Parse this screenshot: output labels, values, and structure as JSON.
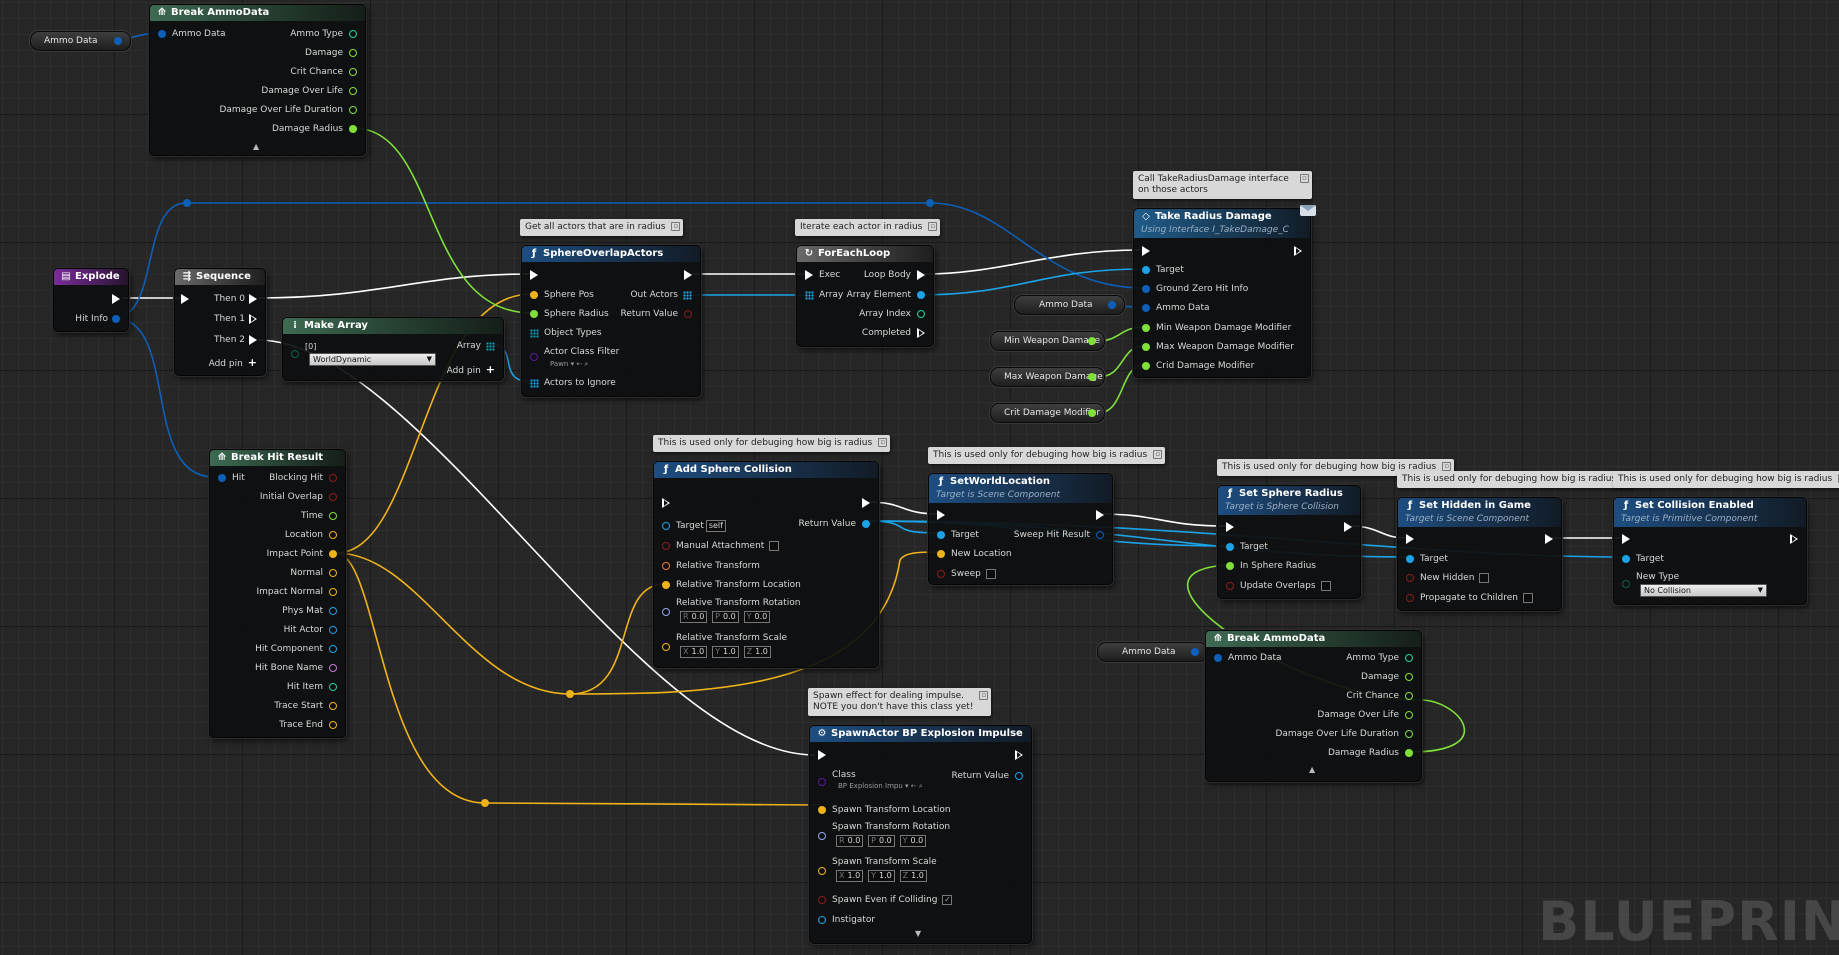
{
  "watermark": "BLUEPRIN",
  "colors": {
    "exec": "#ffffff",
    "struct": "#0d5fb8",
    "object": "#1ba3e6",
    "vector": "#f0b21a",
    "float": "#7fe03a",
    "bool": "#8b1c1c",
    "transform": "#f07b2b",
    "rotator": "#98a7f0",
    "name": "#c77bd9",
    "class": "#5b1a99",
    "int": "#27cfa3",
    "array_obj": "#1ba3e6",
    "byte": "#0e5e53"
  },
  "comments": {
    "sphere_overlap": "Get all actors that are in radius",
    "foreach": "Iterate each actor in radius",
    "take_radius": "Call TakeRadiusDamage interface on those actors",
    "add_sphere": "This is used only for debuging how big is radius",
    "set_world_loc": "This is used only for debuging how big is radius",
    "set_sphere_radius": "This is used only for debuging how big is radius",
    "set_hidden": "This is used only for debuging how big is radius",
    "set_collision": "This is used only for debuging how big is radius",
    "spawn_line1": "Spawn effect for dealing impulse.",
    "spawn_line2": "NOTE you don't have this class yet!"
  },
  "getters": {
    "ammo_top": "Ammo Data",
    "ammo_mid": "Ammo Data",
    "ammo_low": "Ammo Data",
    "min_weapon_damage": "Min Weapon Damage",
    "max_weapon_damage": "Max Weapon Damage",
    "crit_damage_modifier": "Crit Damage Modifier"
  },
  "nodes": {
    "break_ammo_top": {
      "title": "Break AmmoData",
      "in": "Ammo Data",
      "outs": [
        "Ammo Type",
        "Damage",
        "Crit Chance",
        "Damage Over Life",
        "Damage Over Life Duration",
        "Damage Radius"
      ]
    },
    "explode": {
      "title": "Explode",
      "out_hit": "Hit Info"
    },
    "sequence": {
      "title": "Sequence",
      "outs": [
        "Then 0",
        "Then 1",
        "Then 2"
      ],
      "add_pin": "Add pin"
    },
    "make_array": {
      "title": "Make Array",
      "index": "[0]",
      "value": "WorldDynamic",
      "out": "Array",
      "add_pin": "Add pin"
    },
    "sphere_overlap": {
      "title": "SphereOverlapActors",
      "ins": [
        "Sphere Pos",
        "Sphere Radius",
        "Object Types",
        "Actor Class Filter",
        "Actors to Ignore"
      ],
      "class_value": "Pawn",
      "outs": [
        "Out Actors",
        "Return Value"
      ]
    },
    "foreach": {
      "title": "ForEachLoop",
      "ins": [
        "Exec",
        "Array"
      ],
      "outs": [
        "Loop Body",
        "Array Element",
        "Array Index",
        "Completed"
      ]
    },
    "take_radius": {
      "title": "Take Radius Damage",
      "subtitle": "Using Interface I_TakeDamage_C",
      "ins": [
        "Target",
        "Ground Zero Hit Info",
        "Ammo Data",
        "Min Weapon Damage Modifier",
        "Max Weapon Damage Modifier",
        "Crid Damage Modifier"
      ]
    },
    "break_hit": {
      "title": "Break Hit Result",
      "in": "Hit",
      "outs": [
        "Blocking Hit",
        "Initial Overlap",
        "Time",
        "Location",
        "Impact Point",
        "Normal",
        "Impact Normal",
        "Phys Mat",
        "Hit Actor",
        "Hit Component",
        "Hit Bone Name",
        "Hit Item",
        "Trace Start",
        "Trace End"
      ]
    },
    "add_sphere": {
      "title": "Add Sphere Collision",
      "target": "Target",
      "self": "self",
      "ins": [
        "Manual Attachment",
        "Relative Transform",
        "Relative Transform Location",
        "Relative Transform Rotation",
        "Relative Transform Scale"
      ],
      "out": "Return Value",
      "rot": {
        "r": "0.0",
        "p": "0.0",
        "y": "0.0"
      },
      "scale": {
        "x": "1.0",
        "y": "1.0",
        "z": "1.0"
      }
    },
    "set_world_loc": {
      "title": "SetWorldLocation",
      "subtitle": "Target is Scene Component",
      "ins": [
        "Target",
        "New Location",
        "Sweep"
      ],
      "out": "Sweep Hit Result"
    },
    "set_sphere_radius": {
      "title": "Set Sphere Radius",
      "subtitle": "Target is Sphere Collision",
      "ins": [
        "Target",
        "In Sphere Radius",
        "Update Overlaps"
      ]
    },
    "set_hidden": {
      "title": "Set Hidden in Game",
      "subtitle": "Target is Scene Component",
      "ins": [
        "Target",
        "New Hidden",
        "Propagate to Children"
      ]
    },
    "set_collision": {
      "title": "Set Collision Enabled",
      "subtitle": "Target is Primitive Component",
      "ins": [
        "Target",
        "New Type"
      ],
      "new_type_value": "No Collision"
    },
    "break_ammo_low": {
      "title": "Break AmmoData",
      "in": "Ammo Data",
      "outs": [
        "Ammo Type",
        "Damage",
        "Crit Chance",
        "Damage Over Life",
        "Damage Over Life Duration",
        "Damage Radius"
      ]
    },
    "spawn": {
      "title": "SpawnActor BP Explosion Impulse",
      "class_label": "Class",
      "class_value": "BP Explosion Impu",
      "out": "Return Value",
      "ins": [
        "Spawn Transform Location",
        "Spawn Transform Rotation",
        "Spawn Transform Scale",
        "Spawn Even if Colliding",
        "Instigator"
      ],
      "rot": {
        "r": "0.0",
        "p": "0.0",
        "y": "0.0"
      },
      "scale": {
        "x": "1.0",
        "y": "1.0",
        "z": "1.0"
      }
    }
  }
}
